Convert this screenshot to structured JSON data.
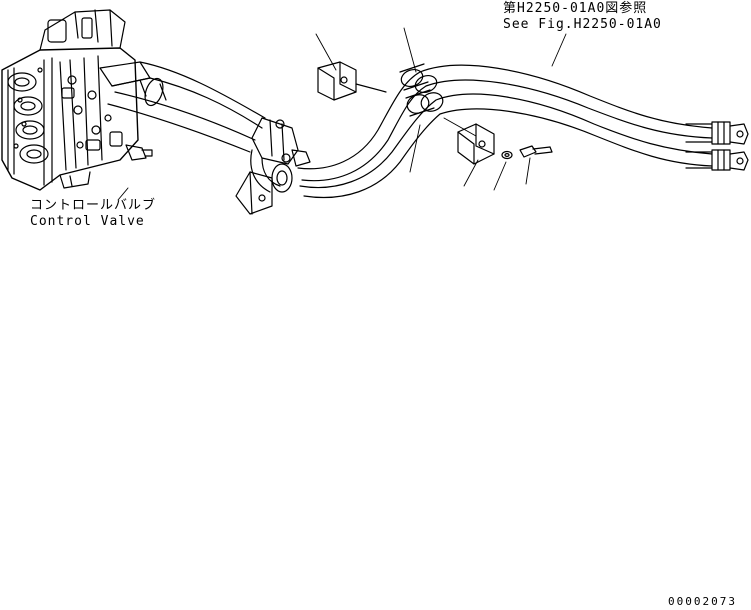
{
  "reference": {
    "japanese": "第H2250-01A0図参照",
    "english": "See Fig.H2250-01A0"
  },
  "control_valve": {
    "japanese": "コントロールバルブ",
    "english": "Control Valve"
  },
  "drawing_number": "00002073",
  "colors": {
    "line": "#000000",
    "background": "#ffffff"
  }
}
